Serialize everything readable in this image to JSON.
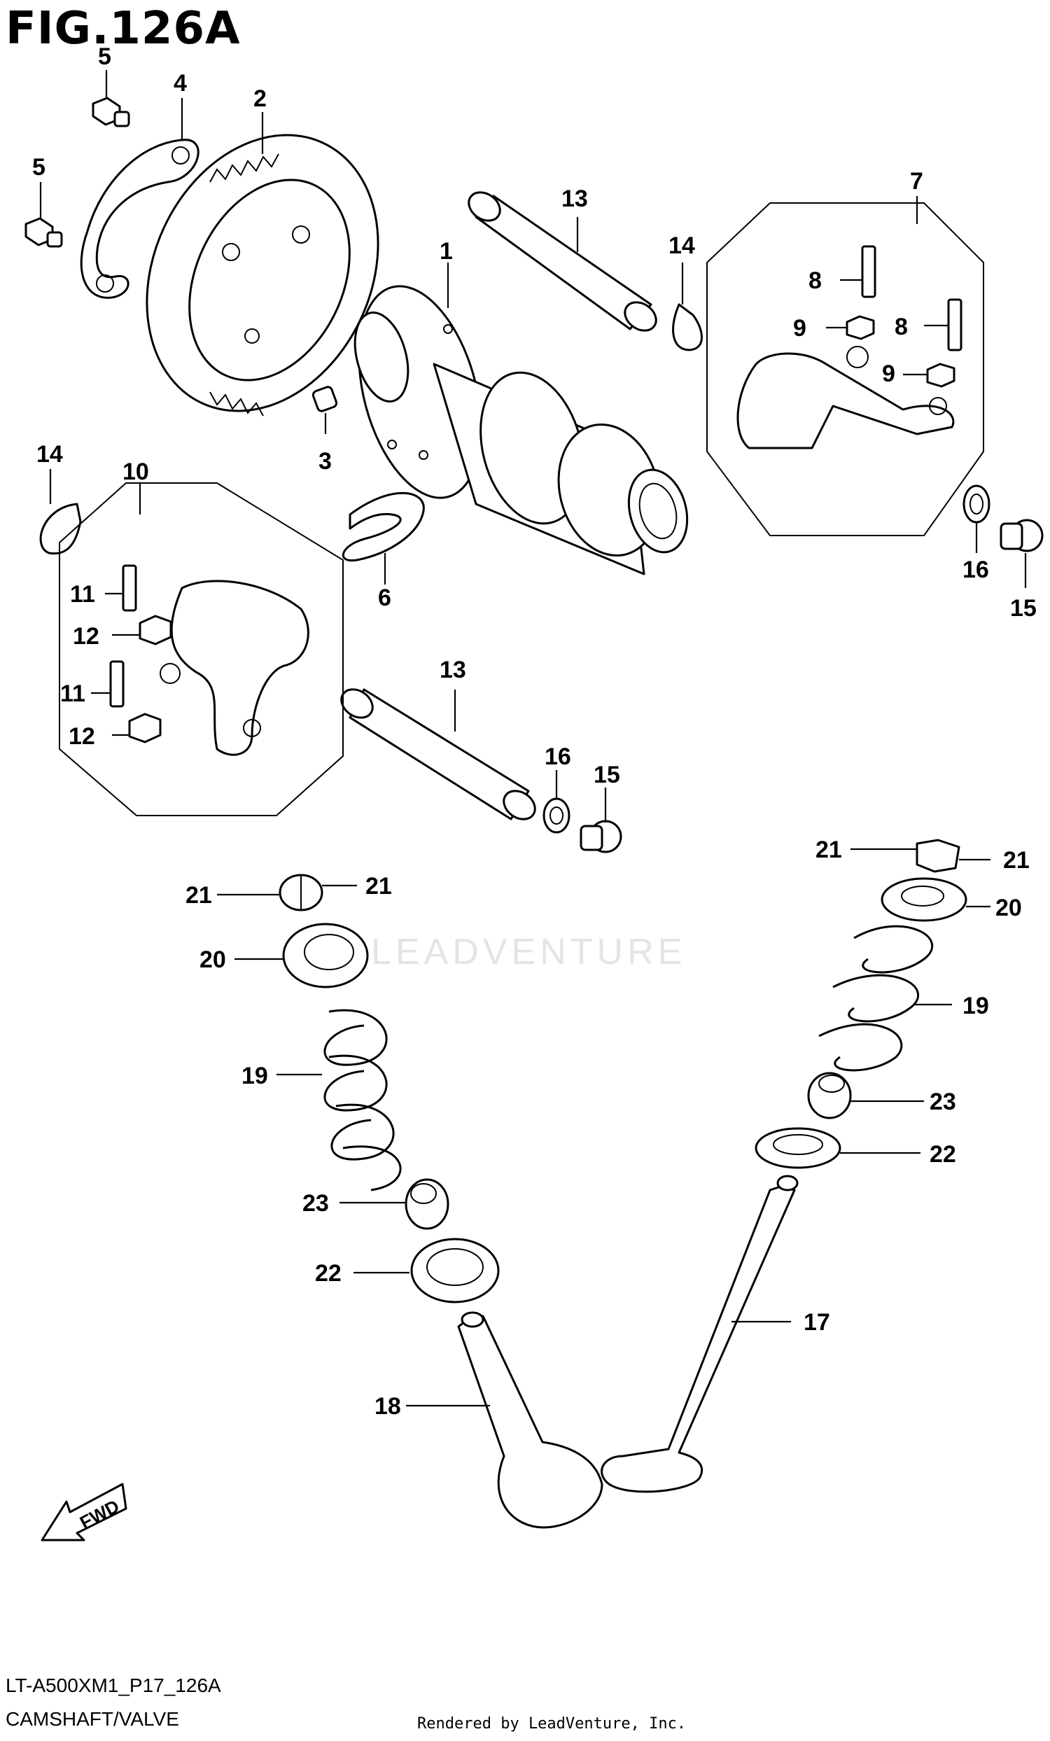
{
  "figure": {
    "title": "FIG.126A",
    "model_code": "LT-A500XM1_P17_126A",
    "section": "CAMSHAFT/VALVE",
    "rendered_by": "Rendered by LeadVenture, Inc.",
    "watermark": "LEADVENTURE",
    "fwd_label": "FWD"
  },
  "callouts": [
    "1",
    "2",
    "3",
    "4",
    "5",
    "5",
    "6",
    "7",
    "8",
    "8",
    "9",
    "9",
    "10",
    "11",
    "11",
    "12",
    "12",
    "13",
    "13",
    "14",
    "14",
    "15",
    "15",
    "16",
    "16",
    "17",
    "18",
    "19",
    "19",
    "20",
    "20",
    "21",
    "21",
    "21",
    "21",
    "22",
    "22",
    "23",
    "23"
  ]
}
